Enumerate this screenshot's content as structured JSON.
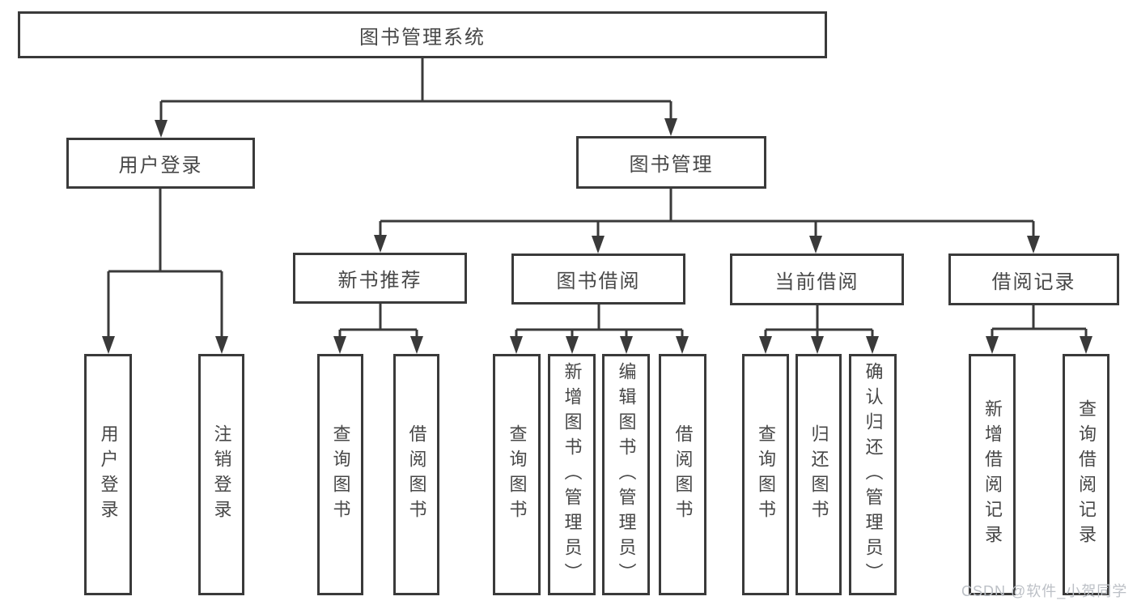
{
  "diagram": {
    "type": "hierarchy-tree",
    "colors": {
      "line": "#3a3a3a",
      "border": "#3a3a3a",
      "text": "#474747",
      "background": "#ffffff",
      "watermark_text": "#bcc0c6"
    }
  },
  "tree": {
    "root": {
      "label": "图书管理系统",
      "children": [
        {
          "label": "用户登录",
          "children": [
            {
              "label": "用户登录"
            },
            {
              "label": "注销登录"
            }
          ]
        },
        {
          "label": "图书管理",
          "children": [
            {
              "label": "新书推荐",
              "children": [
                {
                  "label": "查询图书"
                },
                {
                  "label": "借阅图书"
                }
              ]
            },
            {
              "label": "图书借阅",
              "children": [
                {
                  "label": "查询图书"
                },
                {
                  "label": "新增图书（管理员）"
                },
                {
                  "label": "编辑图书（管理员）"
                },
                {
                  "label": "借阅图书"
                }
              ]
            },
            {
              "label": "当前借阅",
              "children": [
                {
                  "label": "查询图书"
                },
                {
                  "label": "归还图书"
                },
                {
                  "label": "确认归还（管理员）"
                }
              ]
            },
            {
              "label": "借阅记录",
              "children": [
                {
                  "label": "新增借阅记录"
                },
                {
                  "label": "查询借阅记录"
                }
              ]
            }
          ]
        }
      ]
    }
  },
  "watermark": {
    "text": "CSDN @软件_小贺同学"
  }
}
